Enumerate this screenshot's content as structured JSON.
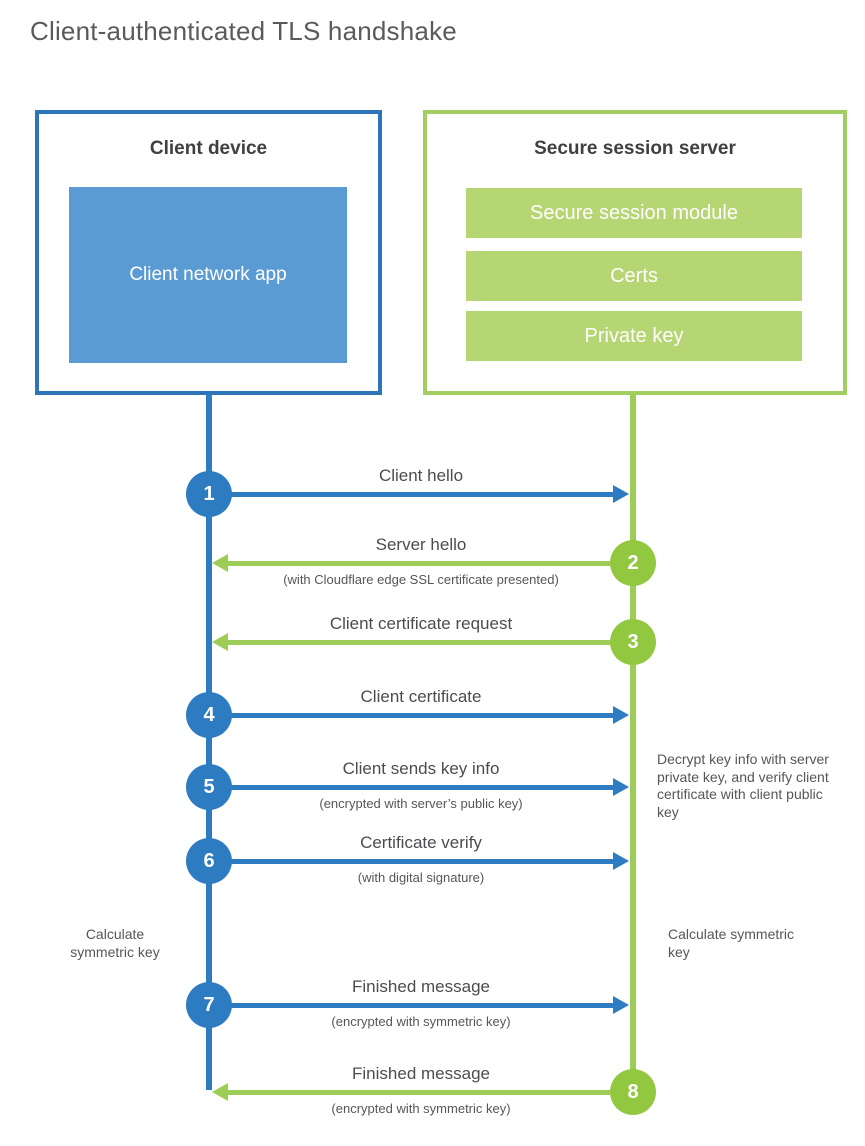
{
  "title": "Client-authenticated TLS handshake",
  "colors": {
    "blue": "#2d7cc1",
    "blue_border": "#2e74b8",
    "blue_fill": "#5b9bd3",
    "green": "#9ecd57",
    "green_circle": "#92c83f",
    "green_border": "#a1ce5f",
    "green_fill": "#b6d573",
    "text_dark": "#3f4040",
    "text_label": "#4b4c4e",
    "text_note": "#55565a",
    "title_color": "#595a5c"
  },
  "client": {
    "title": "Client device",
    "app_label": "Client network app"
  },
  "server": {
    "title": "Secure session server",
    "modules": [
      "Secure session module",
      "Certs",
      "Private key"
    ]
  },
  "steps": [
    {
      "num": "1",
      "label": "Client hello",
      "from": "client",
      "to": "server"
    },
    {
      "num": "2",
      "label": "Server hello",
      "sublabel": "(with Cloudflare edge SSL certificate presented)",
      "from": "server",
      "to": "client"
    },
    {
      "num": "3",
      "label": "Client certificate request",
      "from": "server",
      "to": "client"
    },
    {
      "num": "4",
      "label": "Client certificate",
      "from": "client",
      "to": "server"
    },
    {
      "num": "5",
      "label": "Client sends key info",
      "sublabel": "(encrypted with server’s public key)",
      "from": "client",
      "to": "server"
    },
    {
      "num": "6",
      "label": "Certificate verify",
      "sublabel": "(with digital signature)",
      "from": "client",
      "to": "server"
    },
    {
      "num": "7",
      "label": "Finished message",
      "sublabel": "(encrypted with symmetric key)",
      "from": "client",
      "to": "server"
    },
    {
      "num": "8",
      "label": "Finished message",
      "sublabel": "(encrypted with symmetric key)",
      "from": "server",
      "to": "client"
    }
  ],
  "notes": {
    "decrypt": "Decrypt key info with server private key, and verify client certificate with client public key",
    "calc_left": "Calculate symmetric key",
    "calc_right": "Calculate symmetric key"
  }
}
